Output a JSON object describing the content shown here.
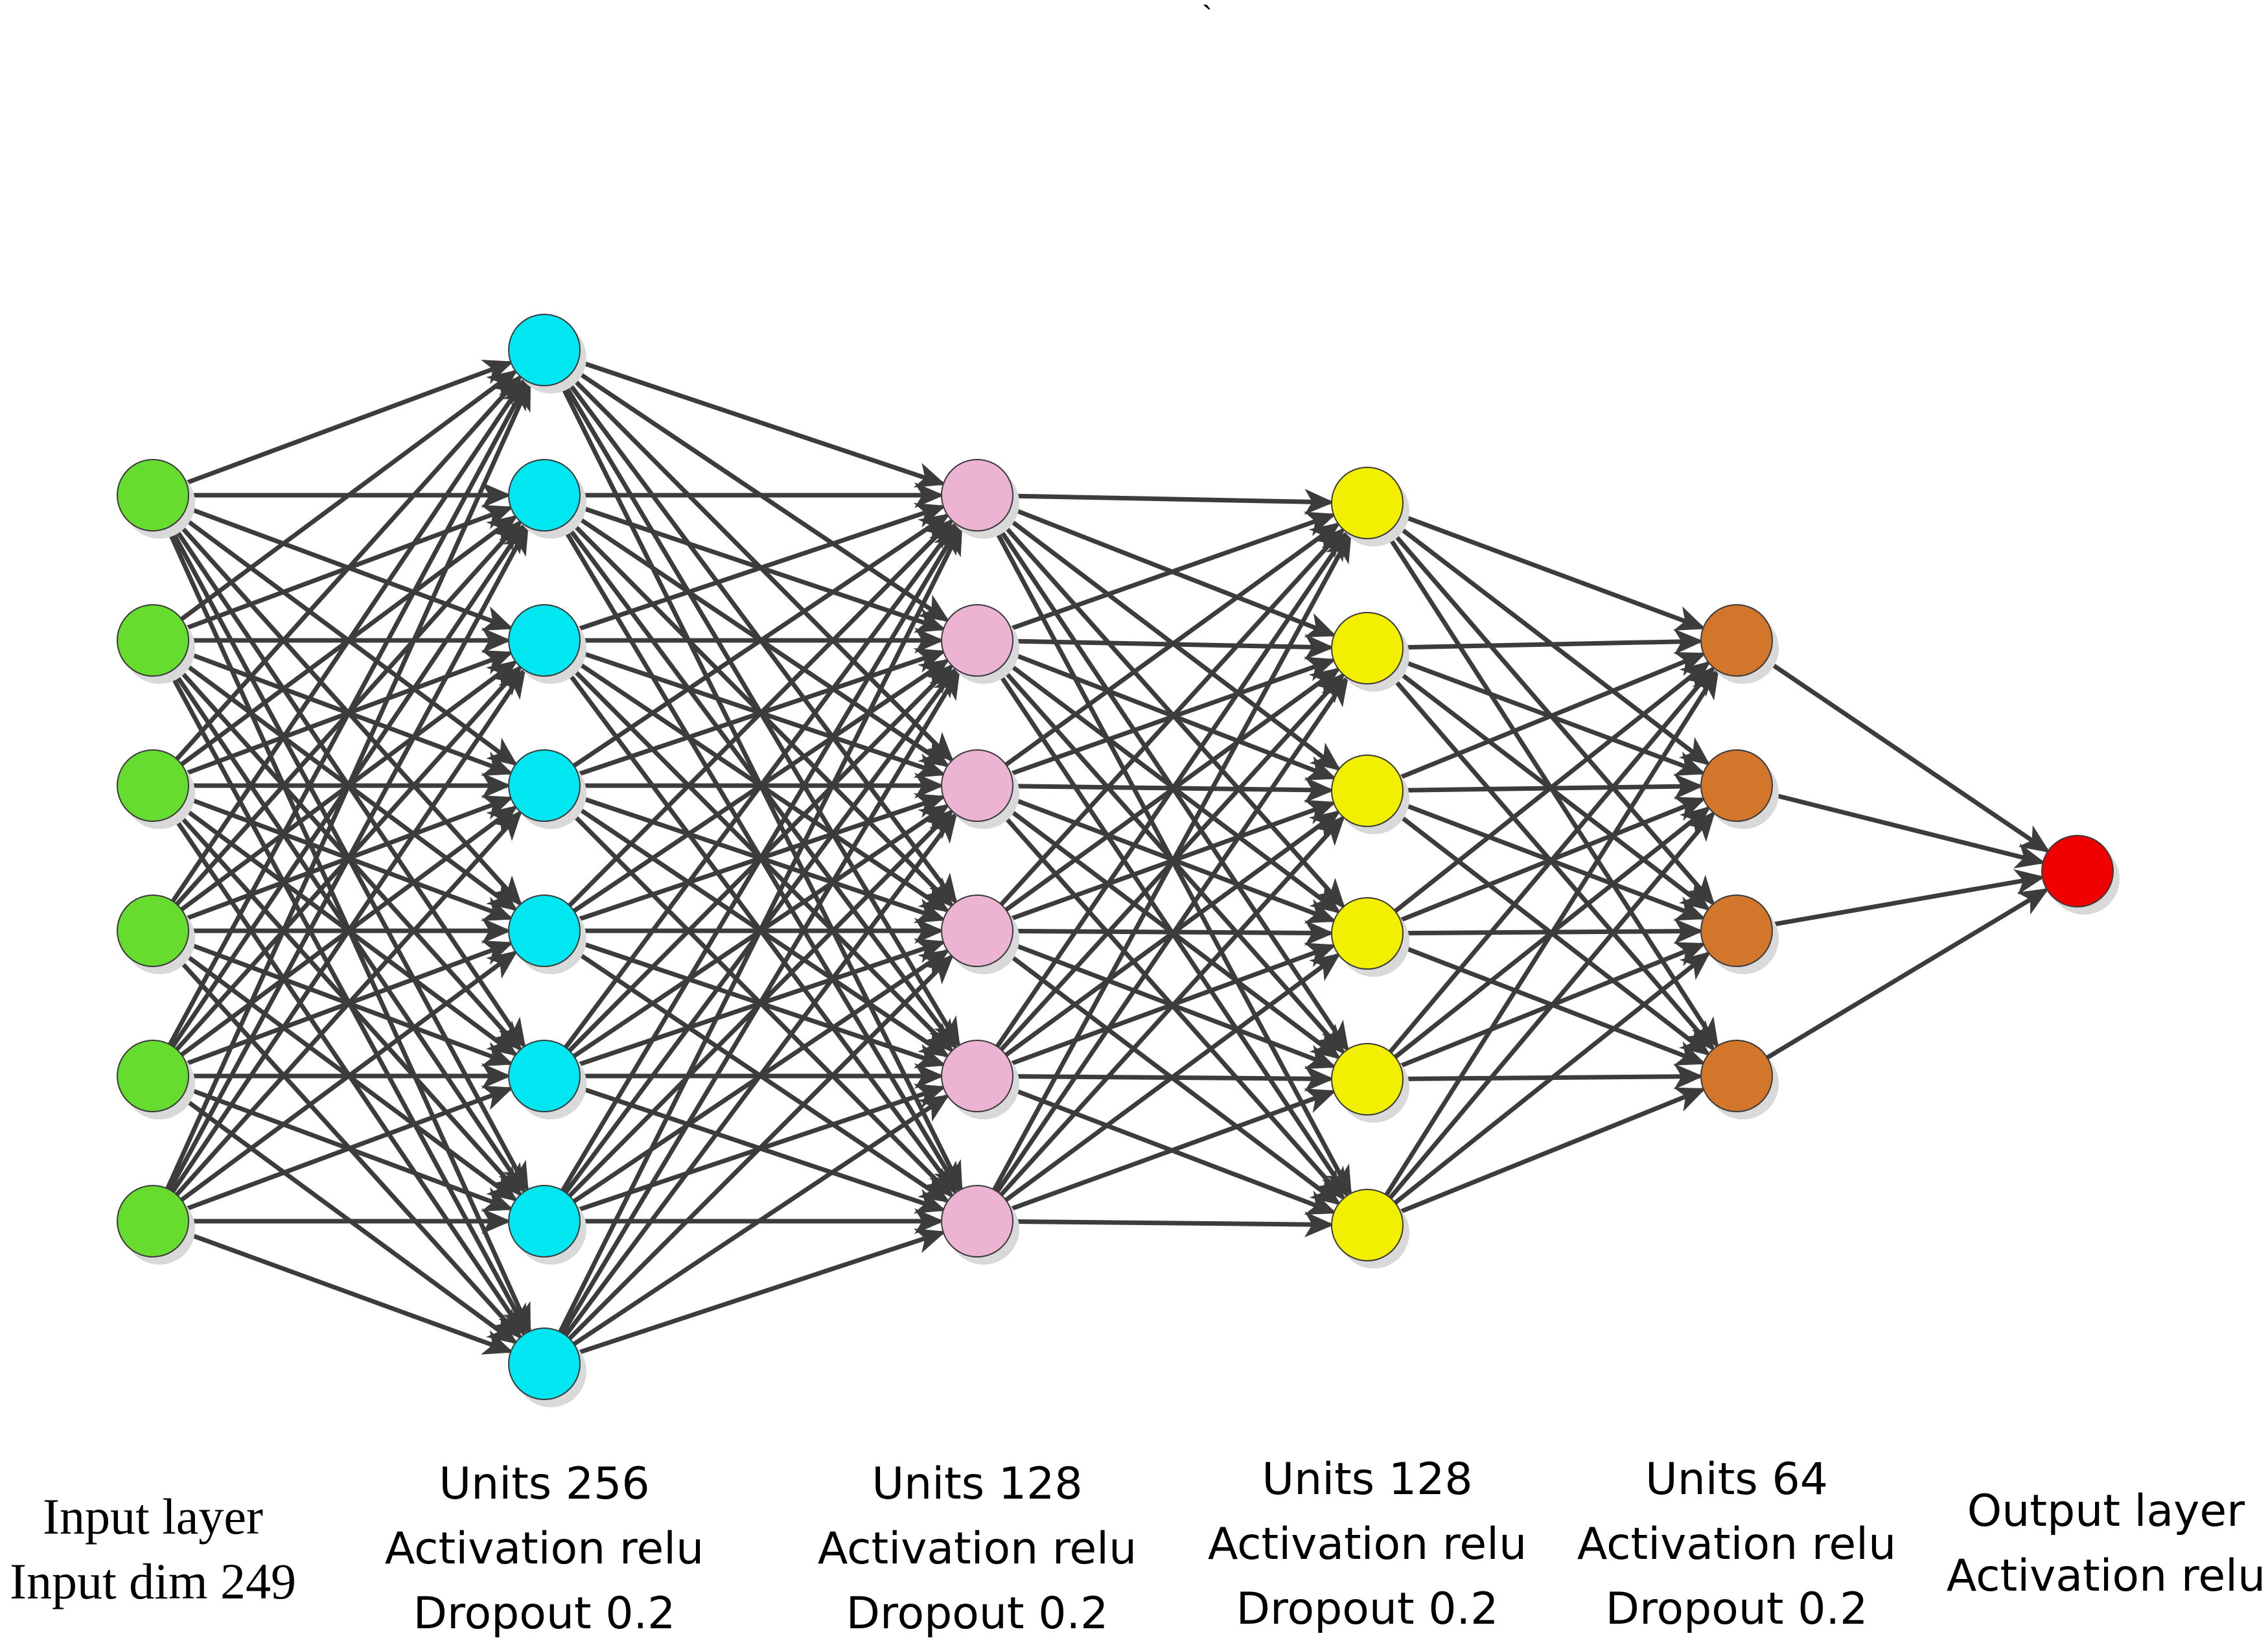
{
  "stray_mark": "`",
  "colors": {
    "edge": "#3c3c3c",
    "input": "#66dd2e",
    "hidden1": "#00e7f2",
    "hidden2": "#ecb3d3",
    "hidden3": "#f2ef00",
    "hidden4": "#d2762b",
    "output": "#f00000"
  },
  "layers": [
    {
      "id": "input",
      "nodes": 6,
      "color_key": "input",
      "lines": [
        "Input layer",
        "Input dim 249"
      ]
    },
    {
      "id": "hidden1",
      "nodes": 8,
      "color_key": "hidden1",
      "lines": [
        "Units 256",
        "Activation relu",
        "Dropout 0.2"
      ]
    },
    {
      "id": "hidden2",
      "nodes": 6,
      "color_key": "hidden2",
      "lines": [
        "Units 128",
        "Activation relu",
        "Dropout 0.2"
      ]
    },
    {
      "id": "hidden3",
      "nodes": 6,
      "color_key": "hidden3",
      "lines": [
        "Units 128",
        "Activation relu",
        "Dropout 0.2"
      ]
    },
    {
      "id": "hidden4",
      "nodes": 4,
      "color_key": "hidden4",
      "lines": [
        "Units 64",
        "Activation relu",
        "Dropout 0.2"
      ]
    },
    {
      "id": "output",
      "nodes": 1,
      "color_key": "output",
      "lines": [
        "Output layer",
        "Activation relu"
      ]
    }
  ]
}
